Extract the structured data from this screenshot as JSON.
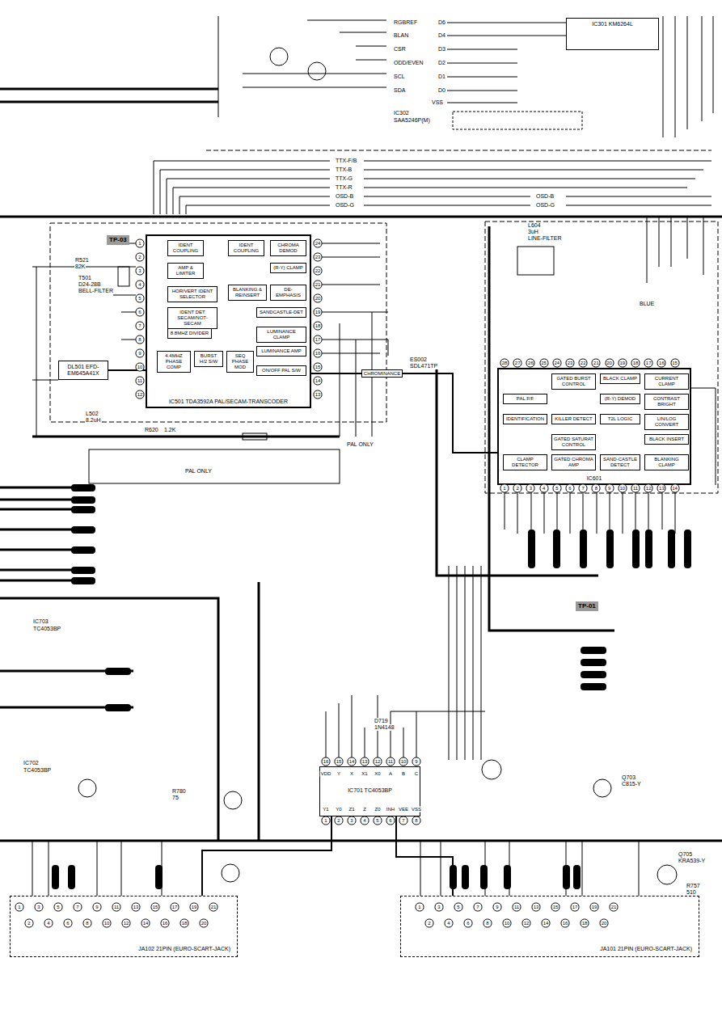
{
  "diagram": {
    "nodes": [
      {
        "text": [
          "IC301 KM6264L"
        ]
      },
      {
        "text": [
          "IC501 TDA3592A PAL/SECAM-TRANSCODER"
        ]
      },
      {
        "text": [
          "IDENT COUPLING"
        ],
        "in": 1
      },
      {
        "text": [
          "AMP & LIMITER"
        ],
        "in": 1
      },
      {
        "text": [
          "HOR/VERT IDENT SELECTOR"
        ],
        "in": 1
      },
      {
        "text": [
          "IDENT DET SECAM/NOT-SECAM"
        ],
        "in": 1
      },
      {
        "text": [
          "8.8MHZ DIVIDER"
        ],
        "in": 1
      },
      {
        "text": [
          "4.4MHZ PHASE COMP"
        ],
        "in": 1
      },
      {
        "text": [
          "BURST H/2 S/W"
        ],
        "in": 1
      },
      {
        "text": [
          "SEQ PHASE MOD"
        ],
        "in": 1
      },
      {
        "text": [
          "IDENT COUPLING"
        ],
        "in": 1
      },
      {
        "text": [
          "CHROMA DEMOD"
        ],
        "in": 1
      },
      {
        "text": [
          "(R-Y) CLAMP"
        ],
        "in": 1
      },
      {
        "text": [
          "BLANKING & REINSERT"
        ],
        "in": 1
      },
      {
        "text": [
          "DE-EMPHASIS"
        ],
        "in": 1
      },
      {
        "text": [
          "SANDCASTLE-DET"
        ],
        "in": 1
      },
      {
        "text": [
          "LUMINANCE CLAMP"
        ],
        "in": 1
      },
      {
        "text": [
          "LUMINANCE AMP"
        ],
        "in": 1
      },
      {
        "text": [
          "ON/OFF PAL S/W"
        ],
        "in": 1
      },
      {
        "text": [
          "DL501 EFD-EM645A41X"
        ]
      },
      {
        "text": [
          "IC601"
        ]
      },
      {
        "text": [
          "PAL F/F"
        ],
        "in": 20
      },
      {
        "text": [
          "IDENTIFICATION"
        ],
        "in": 20
      },
      {
        "text": [
          "CLAMP DETECTOR"
        ],
        "in": 20
      },
      {
        "text": [
          "GATED BURST CONTROL"
        ],
        "in": 20
      },
      {
        "text": [
          "KILLER DETECT"
        ],
        "in": 20
      },
      {
        "text": [
          "GATED SATURAT CONTROL"
        ],
        "in": 20
      },
      {
        "text": [
          "GATED CHROMA AMP"
        ],
        "in": 20
      },
      {
        "text": [
          "BLACK CLAMP"
        ],
        "in": 20
      },
      {
        "text": [
          "(R-Y) DEMOD"
        ],
        "in": 20
      },
      {
        "text": [
          "T2L LOGIC"
        ],
        "in": 20
      },
      {
        "text": [
          "SAND-CASTLE DETECT"
        ],
        "in": 20
      },
      {
        "text": [
          "CURRENT CLAMP"
        ],
        "in": 20
      },
      {
        "text": [
          "CONTRAST BRIGHT"
        ],
        "in": 20
      },
      {
        "text": [
          "LIN/LOG CONVERT"
        ],
        "in": 20
      },
      {
        "text": [
          "BLACK INSERT"
        ],
        "in": 20
      },
      {
        "text": [
          "BLANKING CLAMP"
        ],
        "in": 20
      },
      {
        "text": [
          "IC701 TC4053BP"
        ]
      },
      {
        "text": [
          "JA102 21PIN (EURO-SCART-JACK)"
        ]
      },
      {
        "text": [
          "JA101 21PIN (EURO-SCART-JACK)"
        ]
      }
    ],
    "edges": [
      {
        "from": 19,
        "to": 1,
        "arrow": "none"
      },
      {
        "from": 1,
        "to": 20,
        "label": "CHROMINANCE",
        "arrow": "none"
      },
      {
        "from": 37,
        "to": 39,
        "arrow": "none"
      },
      {
        "from": 37,
        "to": 38,
        "arrow": "none"
      }
    ],
    "labels": [
      "TP-03",
      "TP-01",
      "PAL ONLY",
      "PAL ONLY",
      "TTX-F/B",
      "TTX-B",
      "TTX-G",
      "TTX-R",
      "OSD-B",
      "OSD-G",
      "OSD-B",
      "OSD-G",
      "RGBREF",
      "BLAN",
      "CSR",
      "ODD/EVEN",
      "SCL",
      "SDA",
      "D6",
      "D4",
      "D3",
      "D2",
      "D1",
      "D0",
      "VSS",
      "IC302",
      "SAA5246P(M)",
      "IC703",
      "TC4053BP",
      "IC702",
      "TC4053BP",
      "L604",
      "3uH",
      "LINE-FILTER",
      "T501",
      "D24-28B",
      "BELL-FILTER",
      "ES002",
      "SDL471TP",
      "BLUE",
      "Q705",
      "KRA539-Y",
      "Q703",
      "C815-Y",
      "R780",
      "75",
      "D719",
      "1N4148",
      "R521",
      "82K",
      "L502",
      "8.2uH",
      "R620",
      "1.2K",
      "R757",
      "510",
      "1",
      "2",
      "3",
      "4",
      "5",
      "6",
      "7",
      "8",
      "9",
      "10",
      "11",
      "12",
      "24",
      "23",
      "22",
      "21",
      "20",
      "19",
      "18",
      "17",
      "16",
      "15",
      "14",
      "13",
      "1",
      "2",
      "3",
      "4",
      "5",
      "6",
      "7",
      "8",
      "9",
      "10",
      "11",
      "12",
      "13",
      "14",
      "28",
      "27",
      "26",
      "25",
      "24",
      "23",
      "22",
      "21",
      "20",
      "19",
      "18",
      "17",
      "16",
      "15",
      "16",
      "15",
      "14",
      "13",
      "12",
      "11",
      "10",
      "9",
      "1",
      "2",
      "3",
      "4",
      "5",
      "6",
      "7",
      "8",
      "VDD",
      "Y",
      "X",
      "X1",
      "X0",
      "A",
      "B",
      "C",
      "Y1",
      "Y0",
      "Z1",
      "Z",
      "Z0",
      "INH",
      "VEE",
      "VSS",
      "1",
      "2",
      "3",
      "4",
      "5",
      "6",
      "7",
      "8",
      "9",
      "10",
      "11",
      "12",
      "13",
      "14",
      "15",
      "16",
      "17",
      "18",
      "19",
      "20",
      "21",
      "1",
      "2",
      "3",
      "4",
      "5",
      "6",
      "7",
      "8",
      "9",
      "10",
      "11",
      "12",
      "13",
      "14",
      "15",
      "16",
      "17",
      "18",
      "19",
      "20",
      "21"
    ]
  }
}
